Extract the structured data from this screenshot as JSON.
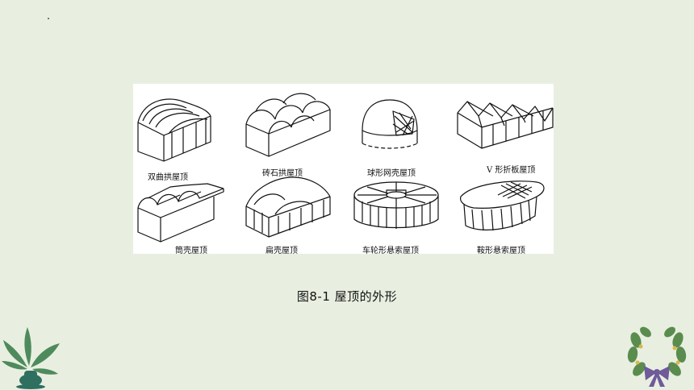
{
  "figure": {
    "caption": "图8-1  屋顶的外形",
    "items": [
      {
        "label": "双曲拱屋顶"
      },
      {
        "label": "砖石拱屋顶"
      },
      {
        "label": "球形网壳屋顶"
      },
      {
        "label": "V 形折板屋顶"
      },
      {
        "label": "筒壳屋顶"
      },
      {
        "label": "扁壳屋顶"
      },
      {
        "label": "车轮形悬索屋顶"
      },
      {
        "label": "鞍形悬索屋顶"
      }
    ]
  },
  "decorations": {
    "left_icon": "plant-vase-icon",
    "right_icon": "wreath-bow-icon",
    "accent_color": "#3f7f55"
  }
}
